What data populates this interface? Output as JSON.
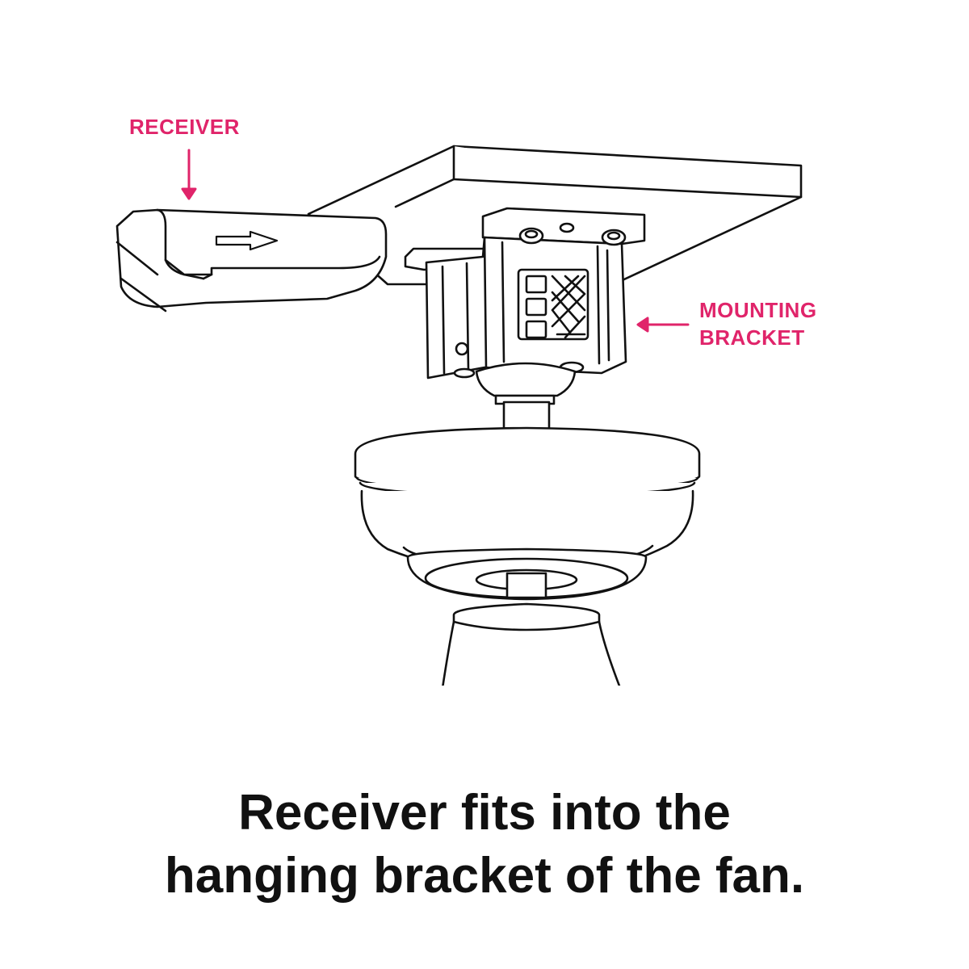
{
  "labels": {
    "receiver": "RECEIVER",
    "mounting_bracket_line1": "MOUNTING",
    "mounting_bracket_line2": "BRACKET"
  },
  "caption": {
    "line1": "Receiver fits into the",
    "line2": "hanging bracket of the fan."
  },
  "colors": {
    "accent": "#e0246a",
    "line": "#111111",
    "background": "#ffffff"
  },
  "icons": {
    "receiver_arrow": "arrow-down-icon",
    "bracket_arrow": "arrow-left-icon",
    "slide_direction": "arrow-right-icon"
  }
}
